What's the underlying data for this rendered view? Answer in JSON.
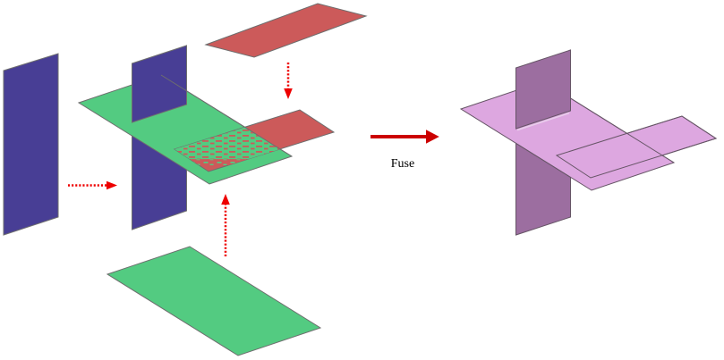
{
  "labels": {
    "fuse": "Fuse"
  },
  "colors": {
    "background": "#FFFFFF",
    "blue": "#483E95",
    "green": "#53CB81",
    "red": "#CC5A5A",
    "plum_light": "#DDA7E0",
    "plum_dark": "#9C6EA0",
    "edge": "#6E6E6E",
    "edge_result": "#665566",
    "arrow_dotted": "#EE0000",
    "arrow_solid": "#CC0000",
    "text": "#000000"
  },
  "left_figure": {
    "planes": [
      {
        "name": "blue-plane-left",
        "color": "blue"
      },
      {
        "name": "green-plane-middle",
        "color": "green"
      },
      {
        "name": "blue-plane-middle",
        "color": "blue"
      },
      {
        "name": "red-plane-middle",
        "color": "red"
      },
      {
        "name": "red-plane-top",
        "color": "red"
      },
      {
        "name": "green-plane-bottom",
        "color": "green"
      }
    ],
    "arrows": [
      {
        "name": "dotted-arrow-right-icon",
        "direction": "right"
      },
      {
        "name": "dotted-arrow-down-icon",
        "direction": "down"
      },
      {
        "name": "dotted-arrow-up-icon",
        "direction": "up"
      }
    ]
  },
  "transition": {
    "icon": "solid-arrow-right-icon",
    "label": "Fuse"
  },
  "right_figure": {
    "planes": [
      {
        "name": "result-horizontal-plane",
        "color": "plum_light"
      },
      {
        "name": "result-vertical-plane",
        "color": "plum_dark"
      },
      {
        "name": "imprinted-rectangle-outline",
        "color": "edge_result"
      }
    ]
  }
}
